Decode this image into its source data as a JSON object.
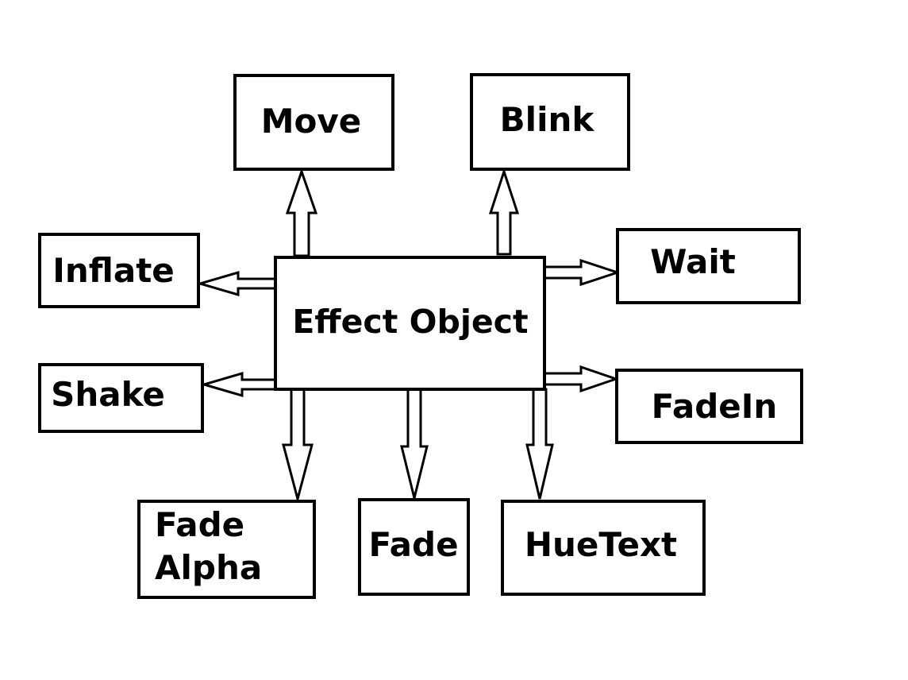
{
  "diagram": {
    "center": {
      "label": "Effect Object"
    },
    "nodes": {
      "move": {
        "label": "Move"
      },
      "blink": {
        "label": "Blink"
      },
      "inflate": {
        "label": "Inflate"
      },
      "wait": {
        "label": "Wait"
      },
      "shake": {
        "label": "Shake"
      },
      "fadein": {
        "label": "FadeIn"
      },
      "fade_alpha": {
        "line1": "Fade",
        "line2": "Alpha"
      },
      "fade": {
        "label": "Fade"
      },
      "huetext": {
        "label": "HueText"
      }
    },
    "colors": {
      "stroke": "#000000",
      "fill": "#ffffff",
      "background": "#ffffff"
    }
  }
}
